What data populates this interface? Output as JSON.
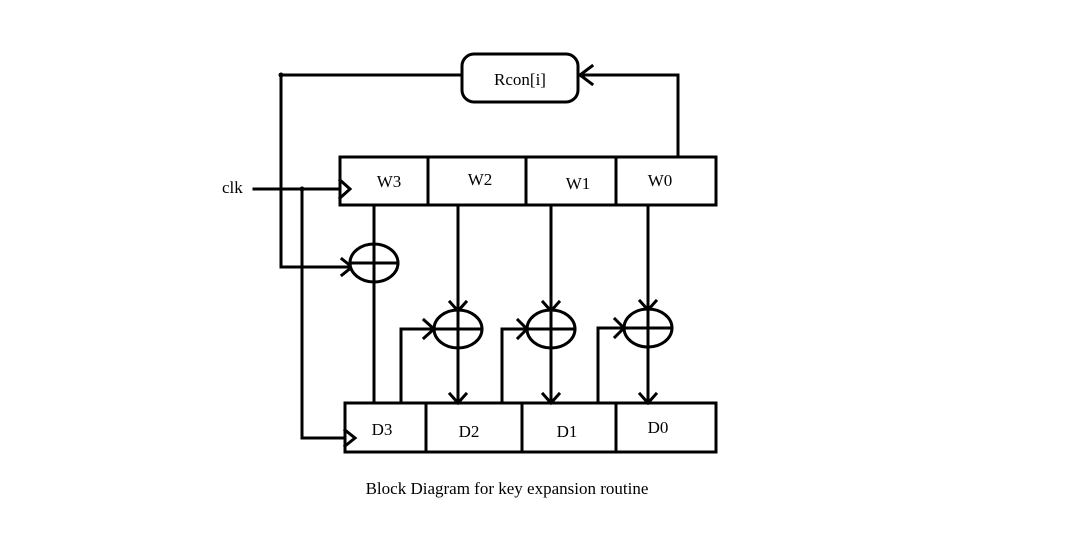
{
  "diagram": {
    "rcon_label": "Rcon[i]",
    "clk_label": "clk",
    "upper_register": [
      "W3",
      "W2",
      "W1",
      "W0"
    ],
    "lower_register": [
      "D3",
      "D2",
      "D1",
      "D0"
    ],
    "caption": "Block Diagram for key expansion routine"
  }
}
